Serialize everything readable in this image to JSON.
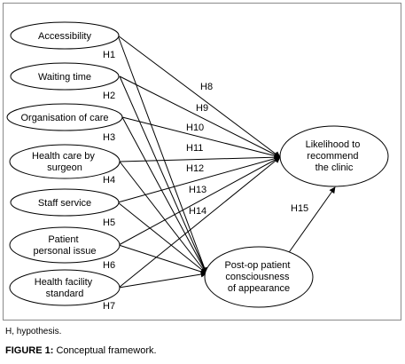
{
  "nodes": [
    {
      "id": "accessibility",
      "lines": [
        "Accessibility"
      ]
    },
    {
      "id": "waiting-time",
      "lines": [
        "Waiting time"
      ]
    },
    {
      "id": "organisation-of-care",
      "lines": [
        "Organisation of care"
      ]
    },
    {
      "id": "health-care-by-surgeon",
      "lines": [
        "Health care by",
        "surgeon"
      ]
    },
    {
      "id": "staff-service",
      "lines": [
        "Staff service"
      ]
    },
    {
      "id": "patient-personal-issue",
      "lines": [
        "Patient",
        "personal issue"
      ]
    },
    {
      "id": "health-facility-standard",
      "lines": [
        "Health facility",
        "standard"
      ]
    },
    {
      "id": "likelihood-to-recommend",
      "lines": [
        "Likelihood to",
        "recommend",
        "the clinic"
      ]
    },
    {
      "id": "post-op-consciousness",
      "lines": [
        "Post-op patient",
        "consciousness",
        "of appearance"
      ]
    }
  ],
  "hypotheses": {
    "h1": "H1",
    "h2": "H2",
    "h3": "H3",
    "h4": "H4",
    "h5": "H5",
    "h6": "H6",
    "h7": "H7",
    "h8": "H8",
    "h9": "H9",
    "h10": "H10",
    "h11": "H11",
    "h12": "H12",
    "h13": "H13",
    "h14": "H14",
    "h15": "H15"
  },
  "note": "H, hypothesis.",
  "caption": {
    "prefix": "FIGURE 1:",
    "text": " Conceptual framework."
  }
}
